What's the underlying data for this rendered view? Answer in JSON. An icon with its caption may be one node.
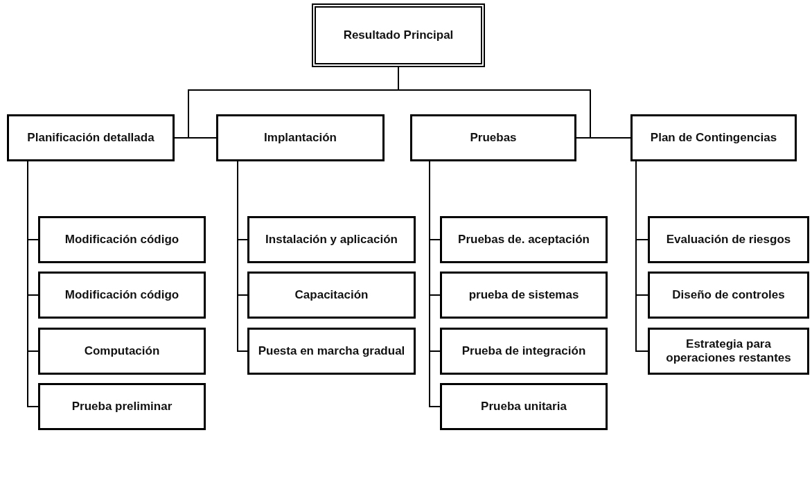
{
  "diagram": {
    "nodes": [
      {
        "text": [
          "Resultado Principal"
        ]
      },
      {
        "text": [
          "Planificación detallada"
        ]
      },
      {
        "text": [
          "Implantación"
        ]
      },
      {
        "text": [
          "Pruebas"
        ]
      },
      {
        "text": [
          "Plan de Contingencias"
        ]
      },
      {
        "text": [
          "Modificación código"
        ]
      },
      {
        "text": [
          "Modificación código"
        ]
      },
      {
        "text": [
          "Computación"
        ]
      },
      {
        "text": [
          "Prueba preliminar"
        ]
      },
      {
        "text": [
          "Instalación y aplicación"
        ]
      },
      {
        "text": [
          "Capacitación"
        ]
      },
      {
        "text": [
          "Puesta en marcha gradual"
        ]
      },
      {
        "text": [
          "Pruebas de. aceptación"
        ]
      },
      {
        "text": [
          "prueba de sistemas"
        ]
      },
      {
        "text": [
          "Prueba de integración"
        ]
      },
      {
        "text": [
          "Prueba unitaria"
        ]
      },
      {
        "text": [
          "Evaluación de riesgos"
        ]
      },
      {
        "text": [
          "Diseño de controles"
        ]
      },
      {
        "text": [
          "Estrategia para operaciones restantes"
        ]
      }
    ],
    "edges": [
      {
        "from": 0,
        "to": 1,
        "arrow": "none"
      },
      {
        "from": 0,
        "to": 2,
        "arrow": "none"
      },
      {
        "from": 0,
        "to": 3,
        "arrow": "none"
      },
      {
        "from": 0,
        "to": 4,
        "arrow": "none"
      },
      {
        "from": 1,
        "to": 5,
        "arrow": "none"
      },
      {
        "from": 1,
        "to": 6,
        "arrow": "none"
      },
      {
        "from": 1,
        "to": 7,
        "arrow": "none"
      },
      {
        "from": 1,
        "to": 8,
        "arrow": "none"
      },
      {
        "from": 2,
        "to": 9,
        "arrow": "none"
      },
      {
        "from": 2,
        "to": 10,
        "arrow": "none"
      },
      {
        "from": 2,
        "to": 11,
        "arrow": "none"
      },
      {
        "from": 3,
        "to": 12,
        "arrow": "none"
      },
      {
        "from": 3,
        "to": 13,
        "arrow": "none"
      },
      {
        "from": 3,
        "to": 14,
        "arrow": "none"
      },
      {
        "from": 3,
        "to": 15,
        "arrow": "none"
      },
      {
        "from": 4,
        "to": 16,
        "arrow": "none"
      },
      {
        "from": 4,
        "to": 17,
        "arrow": "none"
      },
      {
        "from": 4,
        "to": 18,
        "arrow": "none"
      }
    ]
  }
}
